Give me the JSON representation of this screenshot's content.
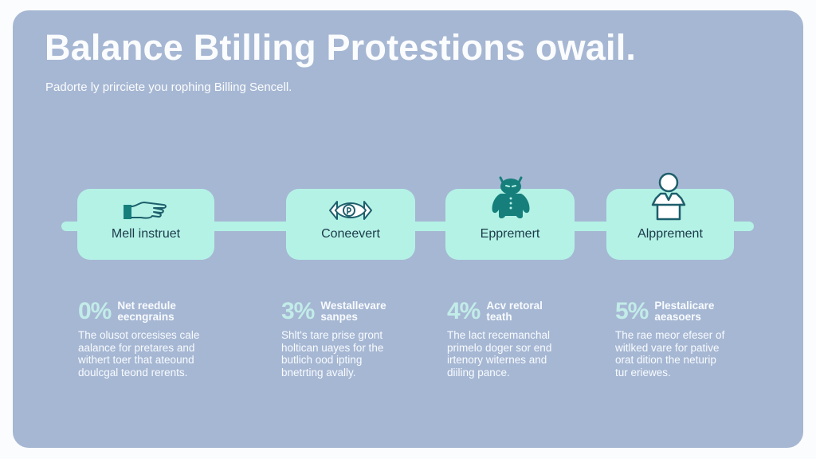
{
  "header": {
    "title": "Balance Btilling Protestions owail.",
    "subtitle": "Padorte ly prirciete you rophing Billing Sencell."
  },
  "steps": [
    {
      "label": "Mell instruet",
      "icon": "pointing-hand-icon"
    },
    {
      "label": "Coneevert",
      "icon": "eye-icon"
    },
    {
      "label": "Eppremert",
      "icon": "robot-figure-icon"
    },
    {
      "label": "Alpprement",
      "icon": "person-icon"
    }
  ],
  "stats": [
    {
      "percent": "0%",
      "title_line1": "Net reedule",
      "title_line2": "eecngrains",
      "body": [
        "The olusot orcesises cale",
        "aalance for pretares and",
        "withert toer that ateound",
        "doulcgal teond rerents."
      ]
    },
    {
      "percent": "3%",
      "title_line1": "Westallevare",
      "title_line2": "sanpes",
      "body": [
        "Shlt's tare prise gront",
        "holtican uayes for the",
        "butlich ood ipting",
        "bnetrting avally."
      ]
    },
    {
      "percent": "4%",
      "title_line1": "Acv retoral",
      "title_line2": "teath",
      "body": [
        "The lact recemanchal",
        "primelo doger sor end",
        "irtenory witernes and",
        "diiling pance."
      ]
    },
    {
      "percent": "5%",
      "title_line1": "Plestalicare",
      "title_line2": "aeasoers",
      "body": [
        "The rae meor efeser of",
        "witlked vare for pative",
        "orat dition the neturip",
        "tur eriewes."
      ]
    }
  ],
  "colors": {
    "panel": "#a6b7d3",
    "step_fill": "#b4f2e6",
    "icon_teal": "#167f7b",
    "percent": "#c2ece8",
    "text_light": "#fbfcfe",
    "step_text": "#1c3a4a"
  }
}
